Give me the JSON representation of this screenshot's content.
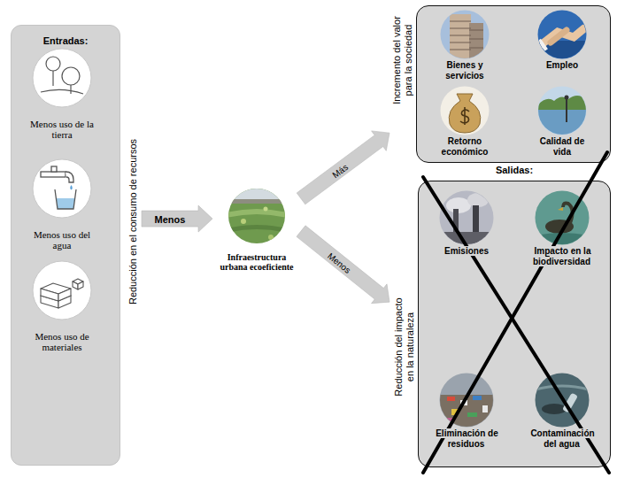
{
  "diagram": {
    "nodes": [
      {
        "text": [
          "Entradas:",
          "Reducción en el consumo de recursos"
        ]
      },
      {
        "text": [
          "Menos uso de la tierra"
        ],
        "in": 0
      },
      {
        "text": [
          "Menos uso del agua"
        ],
        "in": 0
      },
      {
        "text": [
          "Menos uso de materiales"
        ],
        "in": 0
      },
      {
        "text": [
          "Infraestructura urbana ecoeficiente"
        ]
      },
      {
        "text": [
          "Incremento del valor para la sociedad"
        ]
      },
      {
        "text": [
          "Bienes y servicios"
        ],
        "in": 5
      },
      {
        "text": [
          "Empleo"
        ],
        "in": 5
      },
      {
        "text": [
          "Retorno económico"
        ],
        "in": 5
      },
      {
        "text": [
          "Calidad de vida"
        ],
        "in": 5
      },
      {
        "text": [
          "Salidas:",
          "Reducción del impacto en la naturaleza"
        ]
      },
      {
        "text": [
          "Emisiones"
        ],
        "in": 10
      },
      {
        "text": [
          "Impacto en la biodiversidad"
        ],
        "in": 10
      },
      {
        "text": [
          "Eliminación de residuos"
        ],
        "in": 10
      },
      {
        "text": [
          "Contaminación del agua"
        ],
        "in": 10
      }
    ],
    "edges": [
      {
        "from": 0,
        "to": 4,
        "label": "Menos",
        "arrow": "to"
      },
      {
        "from": 4,
        "to": 5,
        "label": "Más",
        "arrow": "to"
      },
      {
        "from": 4,
        "to": 10,
        "label": "Menos",
        "arrow": "to"
      }
    ]
  }
}
